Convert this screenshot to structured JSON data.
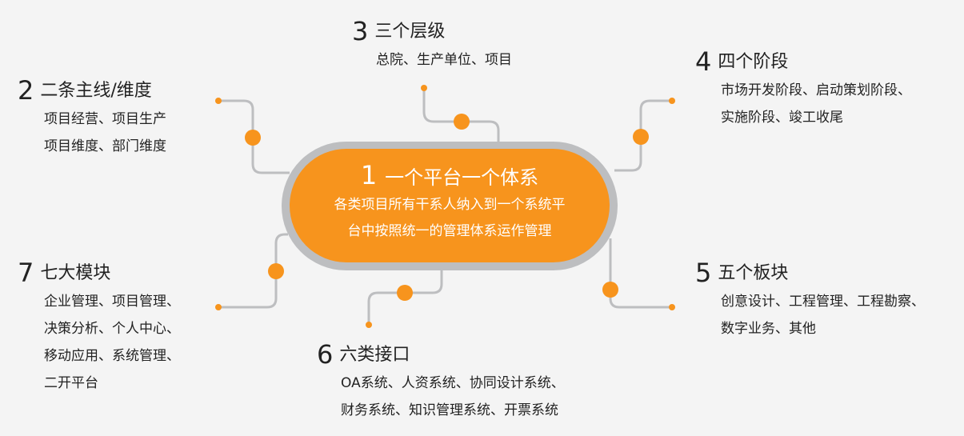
{
  "colors": {
    "accent": "#f7941d",
    "line": "#bdbec0",
    "background": "#f4f4f4"
  },
  "center": {
    "number": "1",
    "title": "一个平台一个体系",
    "lines": [
      "各类项目所有干系人纳入到一个系统平",
      "台中按照统一的管理体系运作管理"
    ]
  },
  "nodes": [
    {
      "number": "2",
      "title": "二条主线/维度",
      "lines": [
        "项目经营、项目生产",
        "项目维度、部门维度"
      ]
    },
    {
      "number": "3",
      "title": "三个层级",
      "lines": [
        "总院、生产单位、项目"
      ]
    },
    {
      "number": "4",
      "title": "四个阶段",
      "lines": [
        "市场开发阶段、启动策划阶段、",
        "实施阶段、竣工收尾"
      ]
    },
    {
      "number": "5",
      "title": "五个板块",
      "lines": [
        "创意设计、工程管理、工程勘察、",
        "数字业务、其他"
      ]
    },
    {
      "number": "6",
      "title": "六类接口",
      "lines": [
        "OA系统、人资系统、协同设计系统、",
        "财务系统、知识管理系统、开票系统"
      ]
    },
    {
      "number": "7",
      "title": "七大模块",
      "lines": [
        "企业管理、项目管理、",
        "决策分析、个人中心、",
        "移动应用、系统管理、",
        "二开平台"
      ]
    }
  ]
}
